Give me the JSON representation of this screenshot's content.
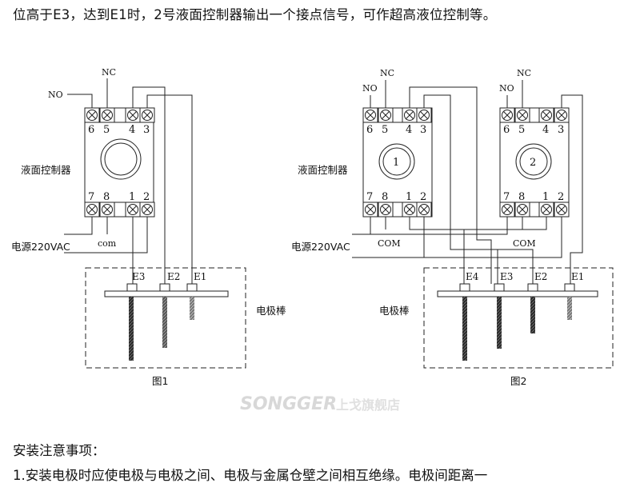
{
  "intro_text": "位高于E3，达到E1时，2号液面控制器输出一个接点信号，可作超高液位控制等。",
  "watermark": {
    "brand": "SONGGER",
    "store": "上戈旗舰店"
  },
  "figure1": {
    "caption": "图1",
    "controller_label": "液面控制器",
    "power_label": "电源220VAC",
    "electrode_label": "电极棒",
    "top_terminal_labels": [
      "6",
      "5",
      "4",
      "3"
    ],
    "bottom_terminal_labels": [
      "7",
      "8",
      "1",
      "2"
    ],
    "no_label": "NO",
    "nc_label": "NC",
    "com_label": "com",
    "electrodes": [
      "E3",
      "E2",
      "E1"
    ]
  },
  "figure2": {
    "caption": "图2",
    "controller_label": "液面控制器",
    "power_label": "电源220VAC",
    "electrode_label": "电极棒",
    "controller1_number": "1",
    "controller2_number": "2",
    "top_terminal_labels": [
      "6",
      "5",
      "4",
      "3"
    ],
    "bottom_terminal_labels": [
      "7",
      "8",
      "1",
      "2"
    ],
    "no_label": "NO",
    "nc_label": "NC",
    "com_label": "COM",
    "electrodes": [
      "E4",
      "E3",
      "E2",
      "E1"
    ]
  },
  "notes": {
    "title": "安装注意事项：",
    "line1": "1.安装电极时应使电极与电极之间、电极与金属仓壁之间相互绝缘。电极间距离一"
  }
}
